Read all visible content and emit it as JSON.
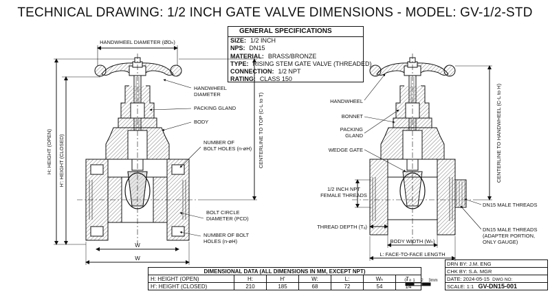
{
  "title": "TECHNICAL DRAWING: 1/2 INCH GATE VALVE DIMENSIONS - MODEL: GV-1/2-STD",
  "specs": {
    "heading": "GENERAL SPECIFICATIONS",
    "rows": [
      {
        "label": "SIZE:",
        "value": "1/2 INCH"
      },
      {
        "label": "NPS:",
        "value": "DN15"
      },
      {
        "label": "MATERIAL:",
        "value": "BRASS/BRONZE"
      },
      {
        "label": "TYPE:",
        "value": "RISING STEM GATE VALVE (THREADED)"
      },
      {
        "label": "CONNECTION:",
        "value": "1/2 NPT"
      },
      {
        "label": "RATING:",
        "value": "CLASS 150"
      }
    ]
  },
  "left_view": {
    "handwheel_dim": "HANDWHEEL DIAMETER (ØDₕ)",
    "height_open": "H: HEIGHT (OPEN)",
    "height_closed": "H': HEIGHT (CLOSED)",
    "centerline_top": "CENTERLINE TO TOP (C-L to T)",
    "callouts": {
      "handwheel_diameter": [
        "HANDWHEEL",
        "DIAMETER"
      ],
      "packing_gland": "PACKING GLAND",
      "body": "BODY",
      "bolt_holes_top": [
        "NUMBER OF",
        "BOLT HOLES (n-øH)"
      ],
      "bolt_circle": [
        "BOLT CIRCLE",
        "DIAMETER (PCD)"
      ],
      "bolt_holes_bottom": [
        "NUMBER OF BOLT",
        "HOLES (n-øH)"
      ]
    },
    "w_label_1": "W",
    "w_label_2": "W"
  },
  "right_view": {
    "callouts": {
      "handwheel": "HANDWHEEL",
      "bonnet": "BONNET",
      "packing_gland": [
        "PACKING",
        "GLAND"
      ],
      "wedge_gate": "WEDGE GATE",
      "npt_threads": [
        "1/2 INCH NPT",
        "FEMALE THREADS"
      ],
      "thread_depth": "THREAD DEPTH (Tₐ)",
      "dn15_male": "DN15 MALE THREADS",
      "dn15_adapter": [
        "DN15 MALE THREADS",
        "(ADAPTER PORTION,",
        "ONLY GAUGE)"
      ]
    },
    "centerline_handwheel": "CENTERLINE TO HANDWHEEL (C-L to H)",
    "body_width": "BODY WIDTH (Wₕ)",
    "face_to_face": "L: FACE-TO-FACE LENGTH"
  },
  "dimension_table": {
    "caption": "DIMENSIONAL DATA (ALL DIMENSIONS IN MM, EXCEPT NPT)",
    "rows": [
      [
        "H: HEIGHT (OPEN)",
        "H:",
        "H'",
        "W:",
        "L:",
        "Wₕ",
        "Tₐ"
      ],
      [
        "H': HEIGHT (CLOSED)",
        "210",
        "185",
        "68",
        "72",
        "54",
        "14"
      ]
    ]
  },
  "scale_bar": {
    "ticks": [
      "0",
      "1",
      "2",
      "3mm"
    ]
  },
  "title_block": {
    "drawn_by": "DRN BY: J.M. ENG",
    "checked_by": "CHK BY: S.A. MGR",
    "date": "DATE: 2024-05-15",
    "scale": "SCALE: 1:1",
    "dwg_label": "DWG NO:",
    "dwg_no": "GV-DN15-001"
  },
  "colors": {
    "line": "#111111",
    "hatch": "#555555",
    "fill": "#e6e6e6"
  }
}
